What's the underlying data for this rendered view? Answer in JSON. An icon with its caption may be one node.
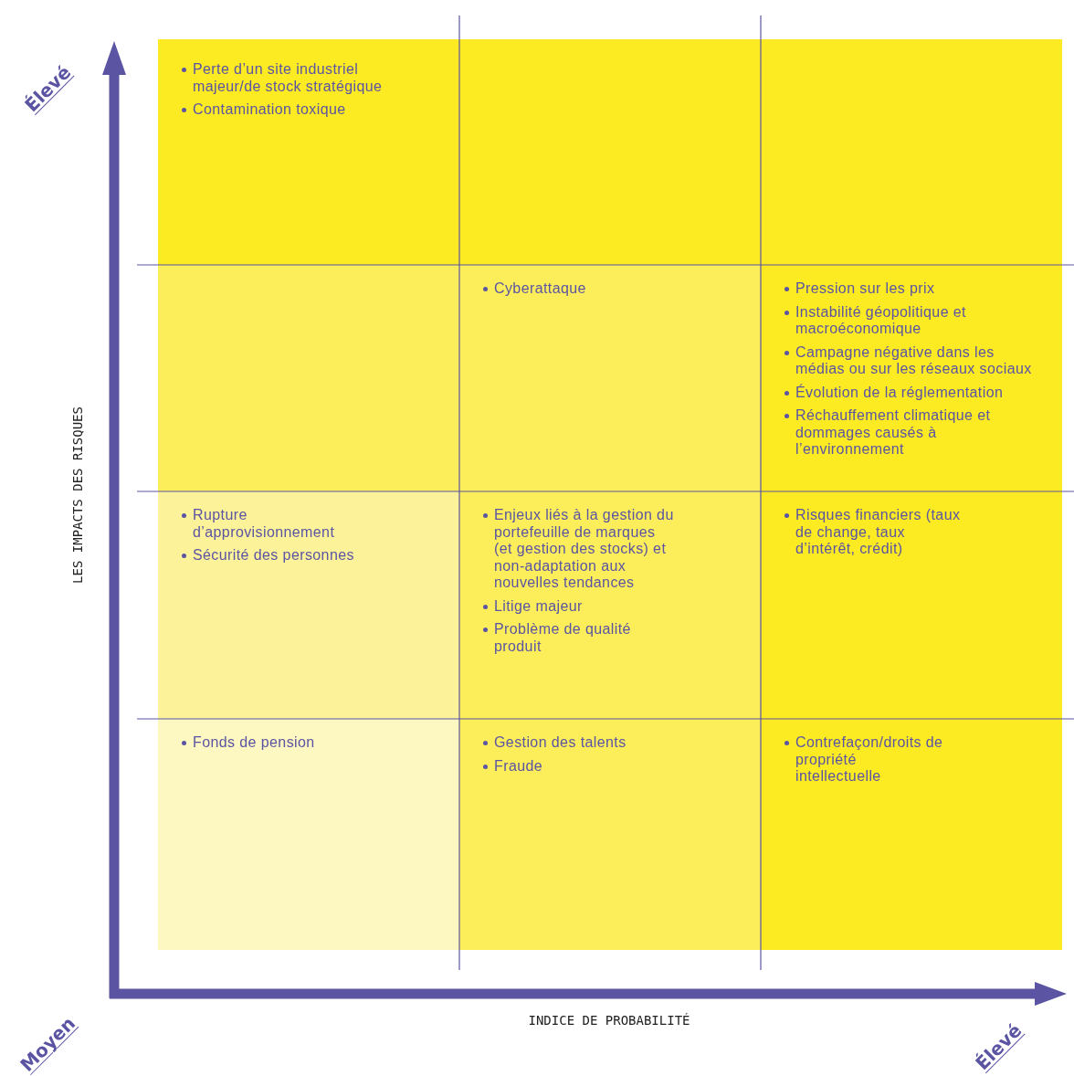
{
  "diagram": {
    "nodes": [
      {
        "text": [
          "Perte d’un site industriel majeur/de stock stratégique",
          "Contamination toxique"
        ]
      },
      {
        "text": [],
        "shape": "box"
      },
      {
        "text": [],
        "shape": "box"
      },
      {
        "text": [],
        "shape": "box"
      },
      {
        "text": [
          "Cyberattaque"
        ]
      },
      {
        "text": [
          "Pression sur les prix",
          "Instabilité géopolitique et macroéconomique",
          "Campagne négative dans les médias ou sur les réseaux sociaux",
          "Évolution de la réglementation",
          "Réchauffement climatique et dommages causés à l’environnement"
        ]
      },
      {
        "text": [
          "Rupture d’approvisionnement",
          "Sécurité des personnes"
        ]
      },
      {
        "text": [
          "Enjeux liés à la gestion du portefeuille de marques (et gestion des stocks) et non-adaptation aux nouvelles tendances",
          "Litige majeur",
          "Problème de qualité produit"
        ]
      },
      {
        "text": [
          "Risques financiers (taux de change, taux d’intérêt, crédit)"
        ]
      },
      {
        "text": [
          "Fonds de pension"
        ]
      },
      {
        "text": [
          "Gestion des talents",
          "Fraude"
        ]
      },
      {
        "text": [
          "Contrefaçon/droits de propriété intellectuelle"
        ]
      }
    ],
    "edges": [],
    "labels": [
      "Élevé",
      "LES IMPACTS DES RISQUES",
      "Moyen",
      "INDICE DE PROBABILITÉ",
      "Élevé"
    ]
  }
}
